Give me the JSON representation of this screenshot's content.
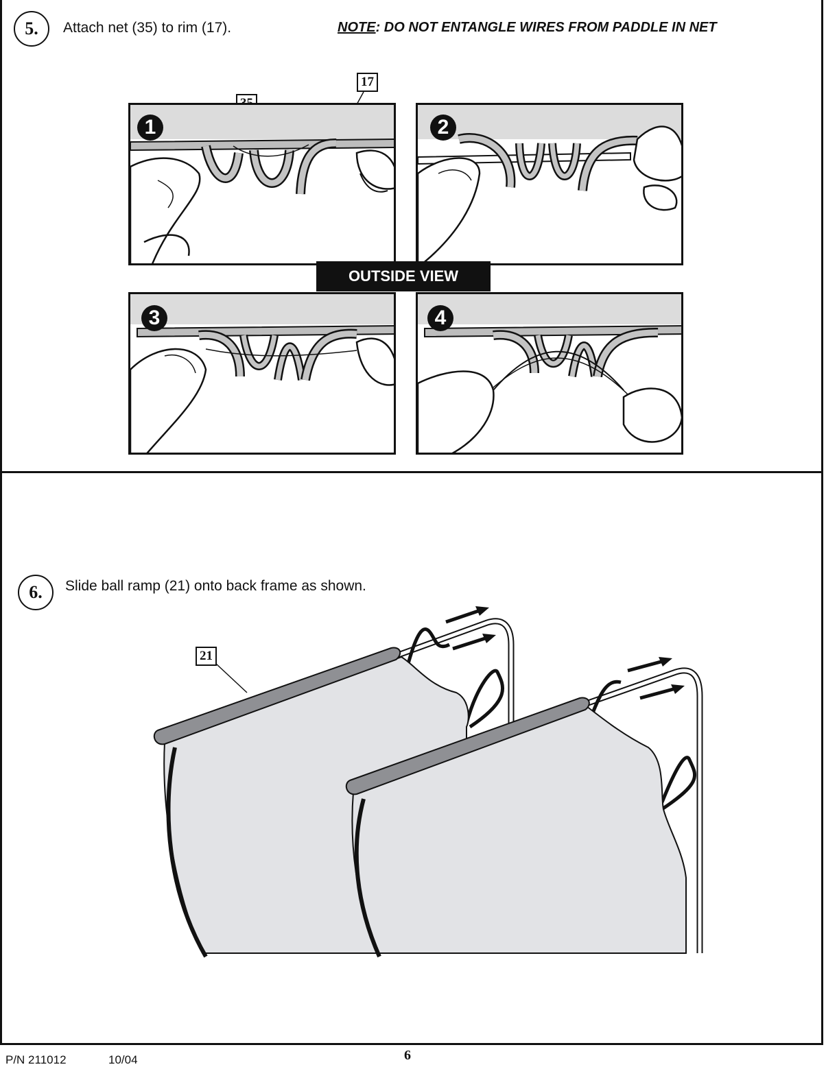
{
  "step5": {
    "number": "5.",
    "instruction": "Attach net (35) to rim (17).",
    "note_prefix": "NOTE",
    "note_rest": ": DO NOT ENTANGLE WIRES FROM PADDLE IN NET",
    "callout_net": "35",
    "callout_rim": "17",
    "panels": [
      "1",
      "2",
      "3",
      "4"
    ],
    "view_label": "OUTSIDE VIEW"
  },
  "step6": {
    "number": "6.",
    "instruction": "Slide ball ramp (21) onto back frame as shown.",
    "callout_ramp": "21"
  },
  "footer": {
    "part_number": "P/N 211012",
    "date": "10/04",
    "page": "6"
  }
}
